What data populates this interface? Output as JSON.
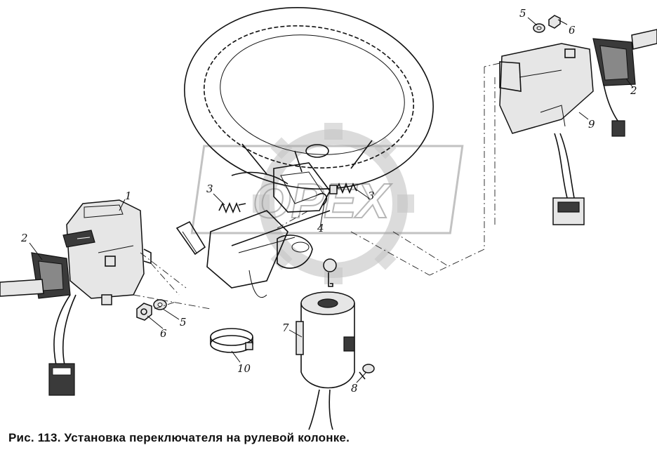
{
  "caption": "Рис. 113. Установка переключателя на рулевой колонке.",
  "watermark": "OPEX",
  "callouts": {
    "c1": "1",
    "c2_left": "2",
    "c2_right": "2",
    "c3_left": "3",
    "c3_right": "3",
    "c4": "4",
    "c5_left": "5",
    "c5_right": "5",
    "c6_left": "6",
    "c6_right": "6",
    "c7": "7",
    "c8": "8",
    "c9": "9",
    "c10": "10"
  }
}
